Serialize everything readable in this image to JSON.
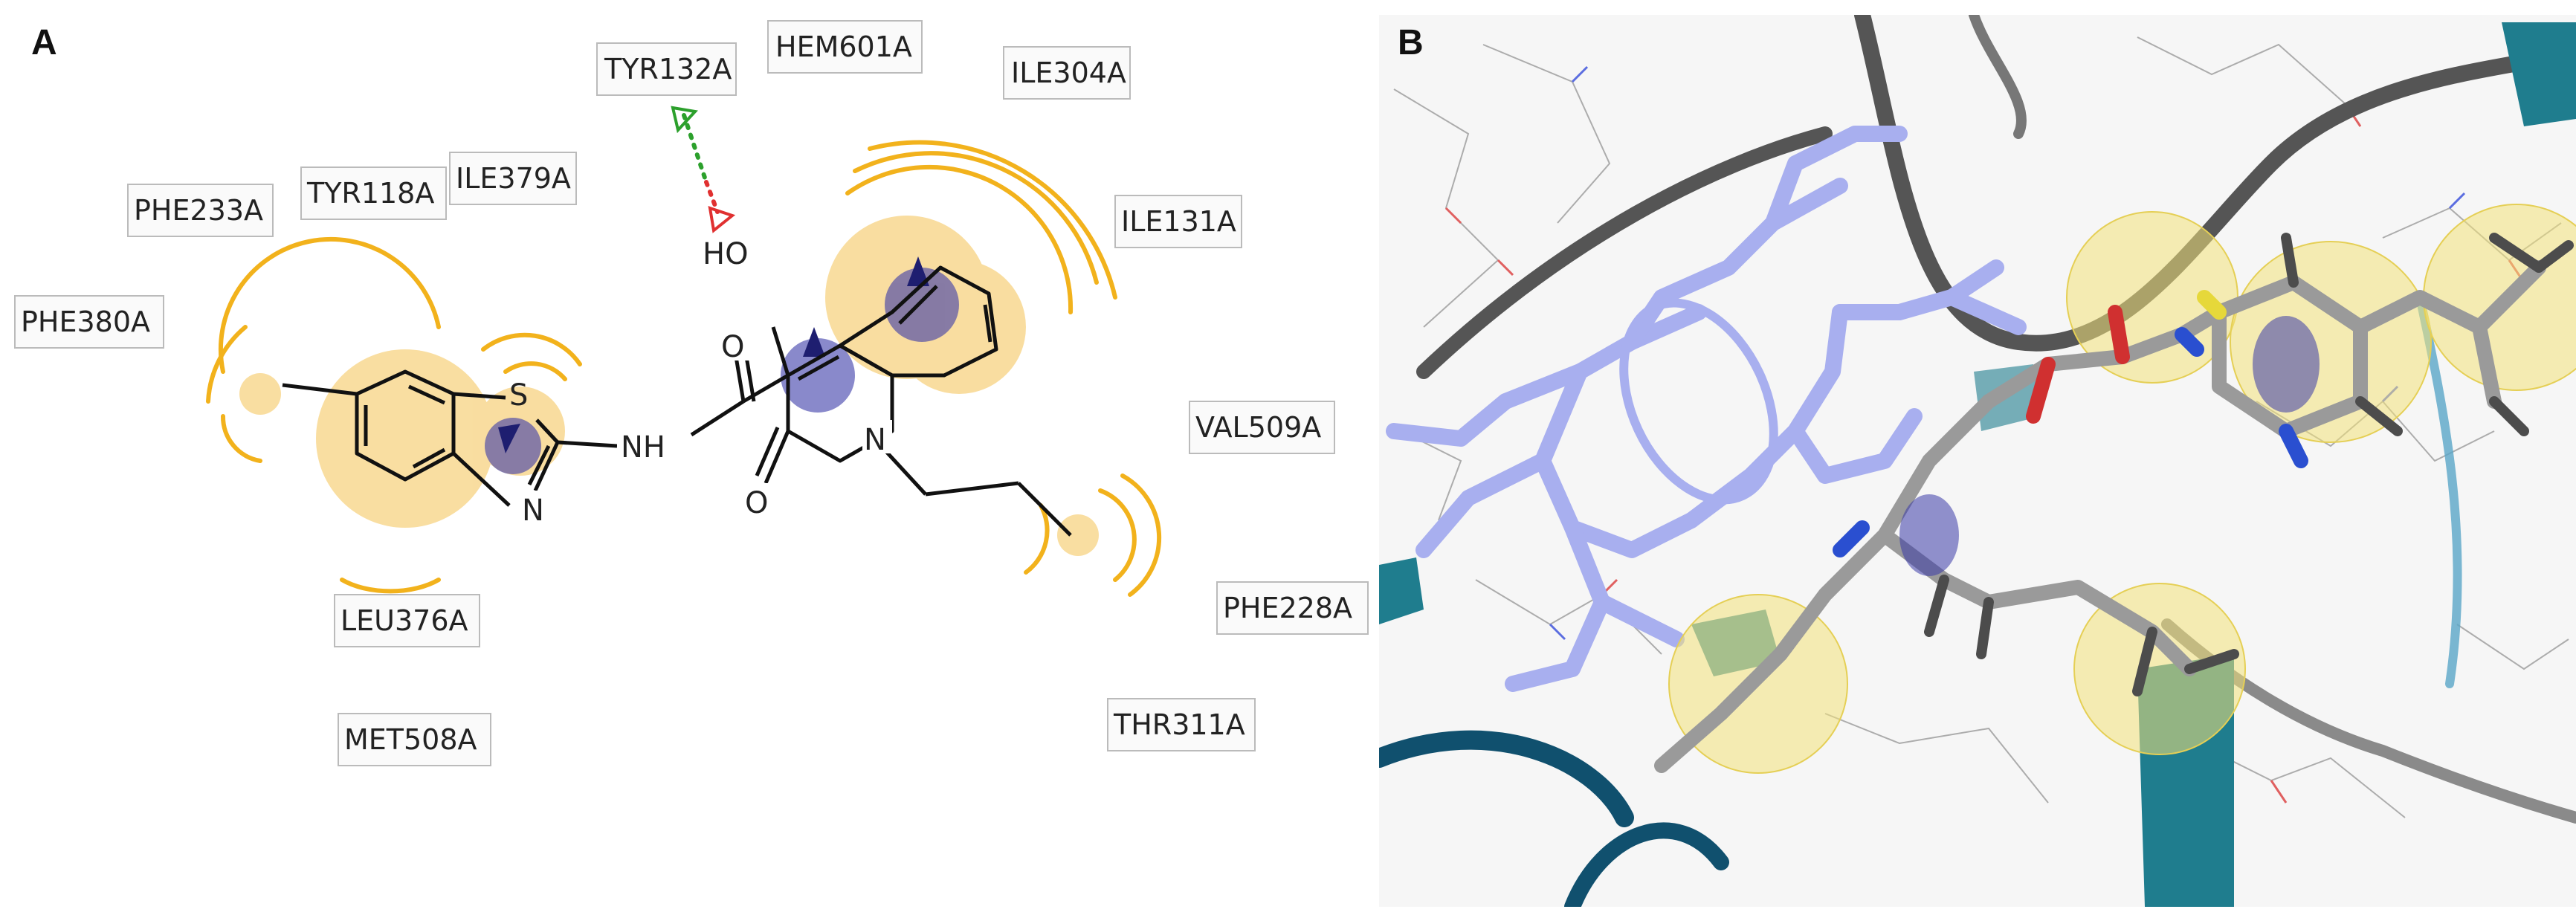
{
  "panels": {
    "a": {
      "letter": "A"
    },
    "b": {
      "letter": "B"
    }
  },
  "residues": [
    "TYR132A",
    "HEM601A",
    "ILE304A",
    "PHE233A",
    "TYR118A",
    "ILE379A",
    "ILE131A",
    "PHE380A",
    "VAL509A",
    "PHE228A",
    "LEU376A",
    "THR311A",
    "MET508A"
  ],
  "atoms": {
    "ho": "HO",
    "s": "S",
    "n_thiazole": "N",
    "nh": "NH",
    "n_ring": "N",
    "o_amide": "O",
    "o_keto": "O"
  },
  "colors": {
    "hydrophobic": "#f2b21c",
    "aromatic": "#3a3aa8",
    "hbond_donor": "#2ca02c",
    "hbond_acceptor": "#e03030",
    "heme": "#9aa2ee",
    "ribbon_teal": "#1f7d8e",
    "ribbon_navy": "#10506e",
    "ribbon_gray": "#5a5a5a",
    "sphere": "#f3e27a"
  }
}
